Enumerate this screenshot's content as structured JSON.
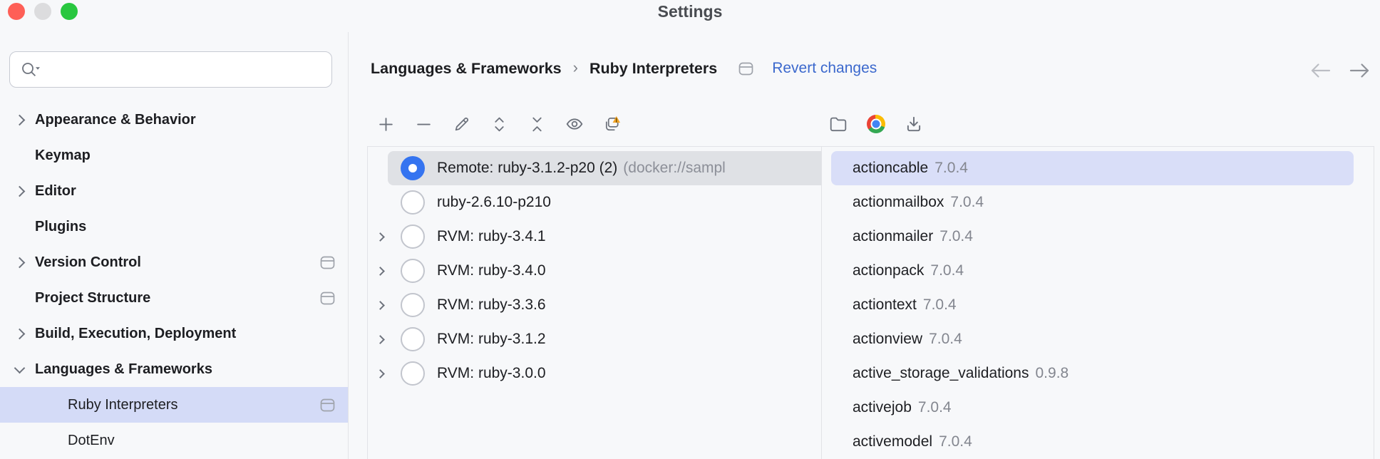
{
  "window": {
    "title": "Settings"
  },
  "titlebar": {
    "traffic_lights": [
      "close",
      "minimize-disabled",
      "zoom"
    ]
  },
  "sidebar": {
    "search": {
      "value": "",
      "placeholder": ""
    },
    "items": [
      {
        "label": "Appearance & Behavior",
        "chevron": "collapsed",
        "bold": true,
        "level": 0
      },
      {
        "label": "Keymap",
        "bold": true,
        "level": 0
      },
      {
        "label": "Editor",
        "chevron": "collapsed",
        "bold": true,
        "level": 0
      },
      {
        "label": "Plugins",
        "bold": true,
        "level": 0
      },
      {
        "label": "Version Control",
        "chevron": "collapsed",
        "bold": true,
        "level": 0,
        "modified": true
      },
      {
        "label": "Project Structure",
        "bold": true,
        "level": 0,
        "modified": true
      },
      {
        "label": "Build, Execution, Deployment",
        "chevron": "collapsed",
        "bold": true,
        "level": 0
      },
      {
        "label": "Languages & Frameworks",
        "chevron": "expanded",
        "bold": true,
        "level": 0
      },
      {
        "label": "Ruby Interpreters",
        "level": 1,
        "selected": true,
        "modified": true
      },
      {
        "label": "DotEnv",
        "level": 1
      }
    ]
  },
  "header": {
    "breadcrumb": [
      {
        "label": "Languages & Frameworks"
      },
      {
        "label": "Ruby Interpreters"
      }
    ],
    "separator": "›",
    "modified_icon": "modified-settings-icon",
    "revert_label": "Revert changes",
    "nav_icons": [
      "back-arrow-icon",
      "forward-arrow-icon"
    ]
  },
  "interpreters": {
    "toolbar_icons": [
      "add-icon",
      "remove-icon",
      "edit-icon",
      "expand-all-icon",
      "collapse-all-icon",
      "eye-icon",
      "copy-warning-icon"
    ],
    "items": [
      {
        "name": "Remote: ruby-3.1.2-p20 (2)",
        "detail": "(docker://sampl",
        "radio": true,
        "selected": true
      },
      {
        "name": "ruby-2.6.10-p210",
        "radio": false
      },
      {
        "name": "RVM: ruby-3.4.1",
        "radio": false,
        "expandable": true
      },
      {
        "name": "RVM: ruby-3.4.0",
        "radio": false,
        "expandable": true
      },
      {
        "name": "RVM: ruby-3.3.6",
        "radio": false,
        "expandable": true
      },
      {
        "name": "RVM: ruby-3.1.2",
        "radio": false,
        "expandable": true
      },
      {
        "name": "RVM: ruby-3.0.0",
        "radio": false,
        "expandable": true
      }
    ]
  },
  "gems": {
    "toolbar_icons": [
      "folder-icon",
      "chrome-icon",
      "download-icon"
    ],
    "items": [
      {
        "name": "actioncable",
        "version": "7.0.4",
        "selected": true
      },
      {
        "name": "actionmailbox",
        "version": "7.0.4"
      },
      {
        "name": "actionmailer",
        "version": "7.0.4"
      },
      {
        "name": "actionpack",
        "version": "7.0.4"
      },
      {
        "name": "actiontext",
        "version": "7.0.4"
      },
      {
        "name": "actionview",
        "version": "7.0.4"
      },
      {
        "name": "active_storage_validations",
        "version": "0.9.8"
      },
      {
        "name": "activejob",
        "version": "7.0.4"
      },
      {
        "name": "activemodel",
        "version": "7.0.4"
      }
    ]
  },
  "colors": {
    "background": "#f7f8fa",
    "accent_blue": "#3574f0",
    "link_blue": "#3b68cd",
    "selection_blue": "#d4dbf7",
    "selection_gray": "#dfe1e5",
    "warning_orange": "#f2a529",
    "traffic_red": "#fe5f57",
    "traffic_green": "#29c73f"
  }
}
